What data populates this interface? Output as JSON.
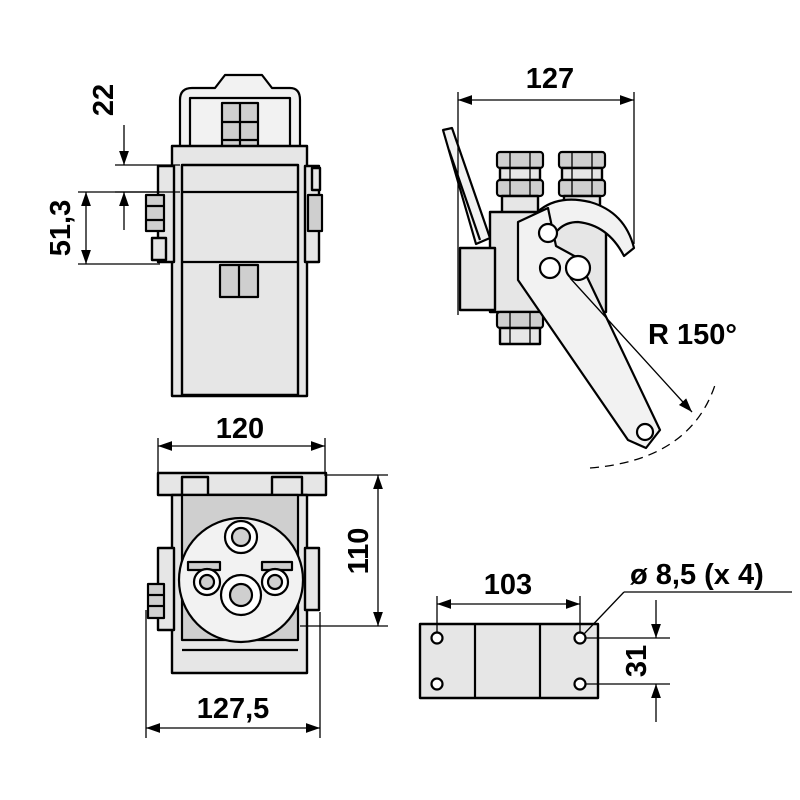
{
  "dimensions": {
    "top_height": "22",
    "side_height": "51,3",
    "side_width": "127",
    "radius": "R 150°",
    "bottom_width": "120",
    "bottom_height": "110",
    "bottom_total_width": "127,5",
    "hole_spacing": "103",
    "hole_diameter": "ø 8,5 (x 4)",
    "hole_vertical": "31"
  },
  "colors": {
    "part_fill": "#e6e6e6",
    "part_dark": "#cfcfcf",
    "line": "#000000"
  }
}
